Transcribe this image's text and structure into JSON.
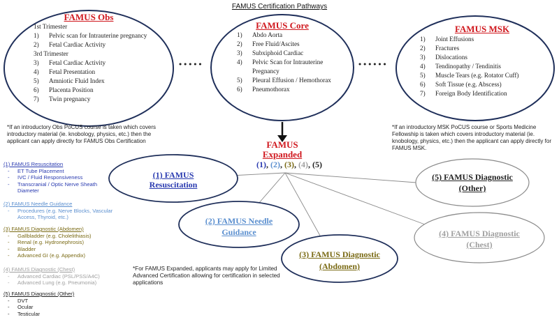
{
  "title": "FAMUS Certification Pathways",
  "colors": {
    "red": "#d0181e",
    "blue": "#2a3bb0",
    "light_blue": "#5b8fcf",
    "olive": "#7a6a14",
    "grey": "#a0a0a0",
    "navy": "#1f2f5a"
  },
  "obs": {
    "title": "FAMUS Obs",
    "trimester1": "1st Trimester",
    "trimester3": "3rd Trimester",
    "items": [
      {
        "n": "1)",
        "text": "Pelvic scan for  Intrauterine pregnancy"
      },
      {
        "n": "2)",
        "text": "Fetal Cardiac Activity"
      },
      {
        "n": "3)",
        "text": "Fetal Cardiac Activity"
      },
      {
        "n": "4)",
        "text": "Fetal Presentation"
      },
      {
        "n": "5)",
        "text": "Amniotic Fluid Index"
      },
      {
        "n": "6)",
        "text": "Placenta Position"
      },
      {
        "n": "7)",
        "text": "Twin pregnancy"
      }
    ],
    "note": "*If an introductory Obs PoCUS course is taken which covers introductory material (ie. knobology, physics, etc.) then the applicant can apply directly for FAMUS Obs Certification"
  },
  "core": {
    "title": "FAMUS Core",
    "items": [
      {
        "n": "1)",
        "text": "Abdo Aorta"
      },
      {
        "n": "2)",
        "text": "Free Fluid/Ascites"
      },
      {
        "n": "3)",
        "text": "Subxiphoid Cardiac"
      },
      {
        "n": "4)",
        "text": "Pelvic Scan for Intrauterine Pregnancy"
      },
      {
        "n": "5)",
        "text": "Pleural Effusion / Hemothorax"
      },
      {
        "n": "6)",
        "text": "Pneumothorax"
      }
    ]
  },
  "msk": {
    "title": "FAMUS MSK",
    "items": [
      {
        "n": "1)",
        "text": "Joint Effusions"
      },
      {
        "n": "2)",
        "text": "Fractures"
      },
      {
        "n": "3)",
        "text": "Dislocations"
      },
      {
        "n": "4)",
        "text": "Tendinopathy / Tendinitis"
      },
      {
        "n": "5)",
        "text": "Muscle Tears (e.g. Rotator Cuff)"
      },
      {
        "n": "6)",
        "text": "Soft Tissue (e.g. Abscess)"
      },
      {
        "n": "7)",
        "text": "Foreign Body Identification"
      }
    ],
    "note": "*If an introductory MSK PoCUS course or Sports Medicine Fellowship is taken which covers introductory material (ie. knobology, physics, etc.) then the applicant can apply directly for FAMUS MSK."
  },
  "expanded": {
    "title_line1": "FAMUS",
    "title_line2": "Expanded",
    "codes": {
      "open": "(",
      "n1": "1",
      "n2": "2",
      "n3": "3",
      "n4": "4",
      "n5": "5",
      "close": ")",
      "sep": "), (",
      "mid": ", "
    },
    "codes_text": [
      "(1)",
      ", ",
      "(2)",
      ", ",
      "(3)",
      ", ",
      "(4)",
      ", ",
      "(5)"
    ],
    "note": "*For FAMUS Expanded, applicants may apply for Limited Advanced Certification allowing for certification in selected applications"
  },
  "nodes": {
    "resuscitation": {
      "line1": "(1) FAMUS",
      "line2": "Resuscitation"
    },
    "needle": {
      "line1": "(2) FAMUS Needle",
      "line2": "Guidance"
    },
    "abdomen": {
      "line1": "(3) FAMUS Diagnostic",
      "line2": "(Abdomen)"
    },
    "chest": {
      "line1": "(4) FAMUS Diagnostic",
      "line2": "(Chest)"
    },
    "other": {
      "line1": "(5) FAMUS Diagnostic",
      "line2": "(Other)"
    }
  },
  "legend": [
    {
      "heading": "(1) FAMUS Resuscitation",
      "items": [
        "ET Tube Placement",
        "IVC / Fluid Responsiveness",
        "Transcranial / Optic Nerve Sheath Diameter"
      ]
    },
    {
      "heading": "(2) FAMUS Needle Guidance",
      "items": [
        "Procedures (e.g. Nerve Blocks, Vascular Access, Thyroid, etc.)"
      ]
    },
    {
      "heading": "(3) FAMUS Diagnostic (Abdomen)",
      "items": [
        "Gallbladder (e.g. Cholelithiasis)",
        "Renal (e.g. Hydronephrosis)",
        "Bladder",
        "Advanced GI (e.g. Appendix)"
      ]
    },
    {
      "heading": "(4) FAMUS Diagnostic (Chest)",
      "items": [
        "Advanced Cardiac (PSL/PSS/A4C)",
        "Advanced Lung (e.g. Pneumonia)"
      ]
    },
    {
      "heading": "(5) FAMUS Diagnostic (Other)",
      "items": [
        "DVT",
        "Ocular",
        "Testicular"
      ]
    }
  ],
  "dash": "-"
}
